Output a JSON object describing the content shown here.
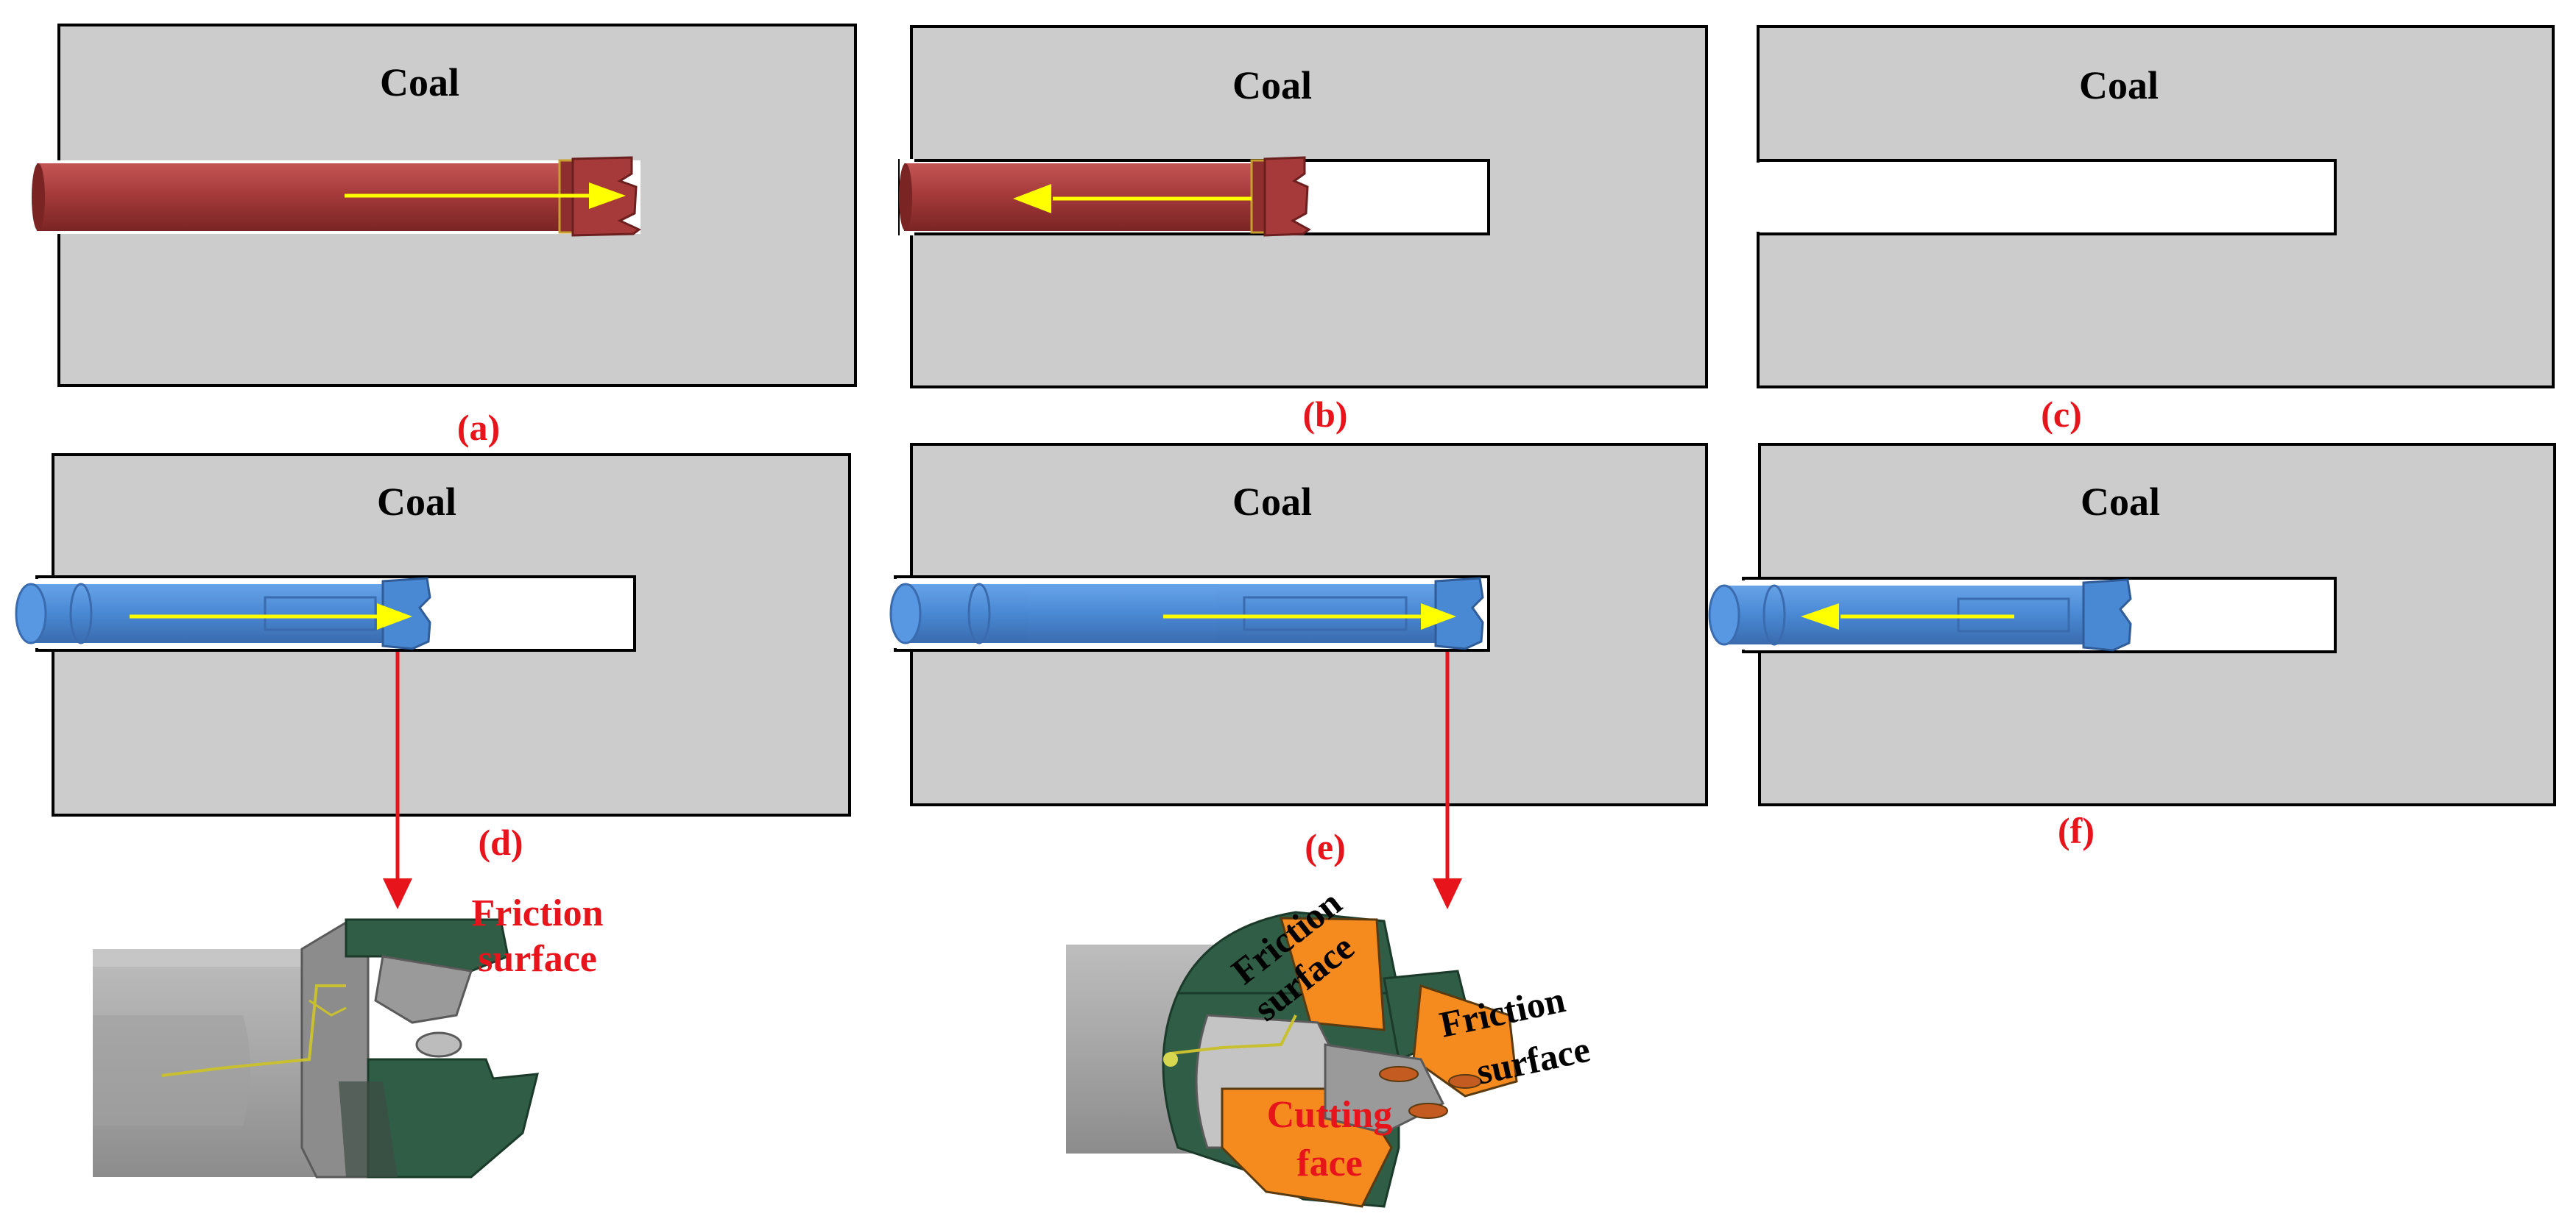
{
  "panels": {
    "a": {
      "coal_label": "Coal",
      "caption": "(a)"
    },
    "b": {
      "coal_label": "Coal",
      "caption": "(b)"
    },
    "c": {
      "coal_label": "Coal",
      "caption": "(c)"
    },
    "d": {
      "coal_label": "Coal",
      "caption": "(d)"
    },
    "e": {
      "coal_label": "Coal",
      "caption": "(e)"
    },
    "f": {
      "coal_label": "Coal",
      "caption": "(f)"
    }
  },
  "details": {
    "d": {
      "friction_line1": "Friction",
      "friction_line2": "surface"
    },
    "e": {
      "friction_a_line1": "Friction",
      "friction_a_line2": "surface",
      "friction_b_line1": "Friction",
      "friction_b_line2": "surface",
      "cutting_line1": "Cutting",
      "cutting_line2": "face"
    }
  },
  "colors": {
    "coal": "#cccccc",
    "drill_red": "#a63a3a",
    "drill_blue": "#3a7fd0",
    "arrow_yellow": "#ffff00",
    "label_red": "#e8141c",
    "bit_green": "#2f5d45",
    "face_orange": "#f58a1f"
  }
}
